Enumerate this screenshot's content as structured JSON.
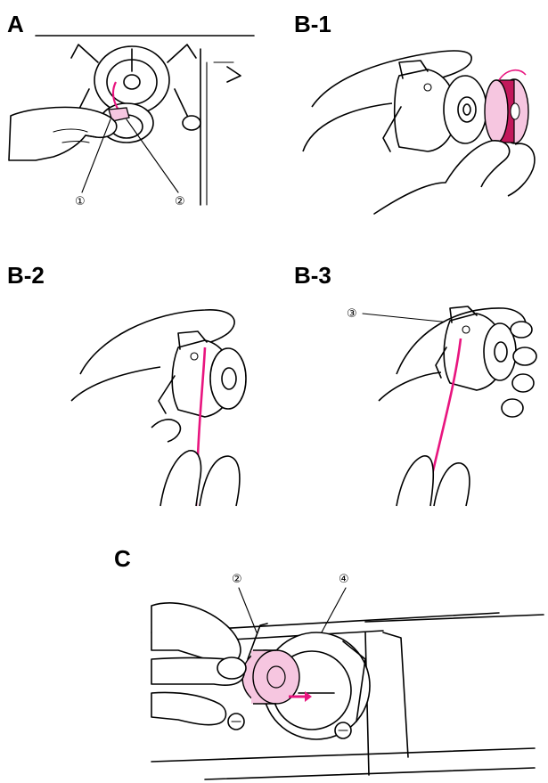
{
  "panels": {
    "a": {
      "label": "A",
      "callouts": [
        "①",
        "②"
      ]
    },
    "b1": {
      "label": "B-1"
    },
    "b2": {
      "label": "B-2"
    },
    "b3": {
      "label": "B-3",
      "callouts": [
        "③"
      ]
    },
    "c": {
      "label": "C",
      "callouts": [
        "②",
        "④"
      ]
    }
  },
  "colors": {
    "thread": "#e8157f",
    "bobbin_fill": "#f6c6e0",
    "bobbin_thread": "#c2185b",
    "line": "#000000"
  }
}
